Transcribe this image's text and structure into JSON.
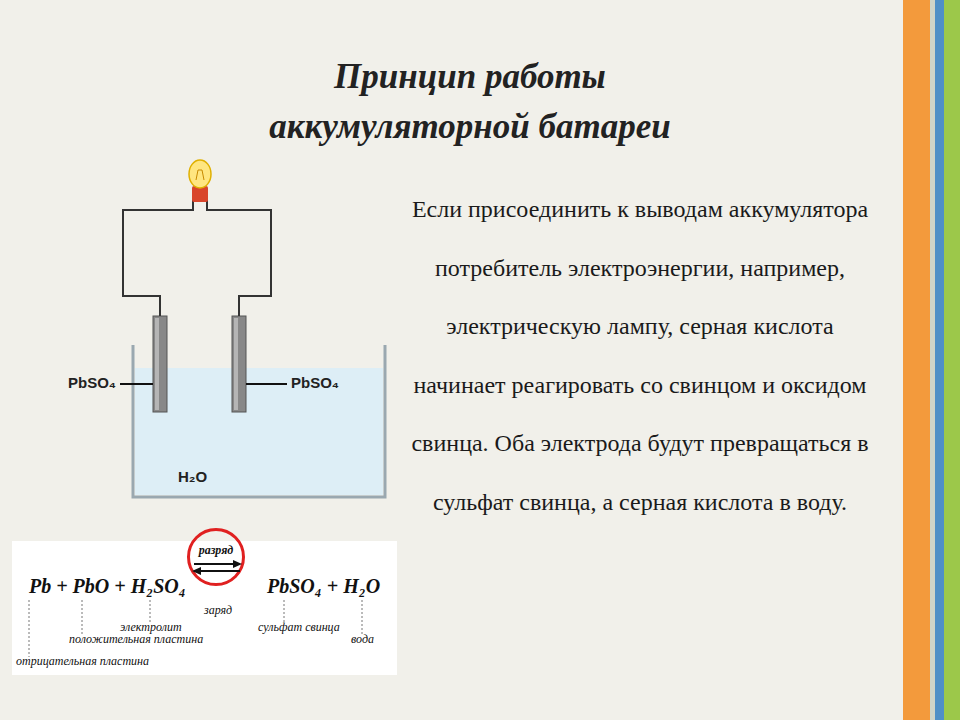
{
  "diagram": {
    "title": "Принцип работы аккумуляторной батареи",
    "nodes": [
      {
        "text": [
          "Pb + PbO + H₂SO₄",
          "PbSO₄ + H₂O",
          "заряд",
          "электролит",
          "положительная пластина",
          "отрицательная пластина",
          "сульфат свинца",
          "вода"
        ]
      },
      {
        "text": [
          "разряд"
        ],
        "in": 0
      }
    ],
    "labels": [
      "Если присоединить к выводам аккумулятора потребитель электроэнергии, например, электрическую лампу, серная кислота начинает реагировать со свинцом и оксидом свинца. Оба электрода будут превращаться в сульфат свинца, а серная кислота в воду.",
      "PbSO₄",
      "PbSO₄",
      "H₂O"
    ]
  }
}
